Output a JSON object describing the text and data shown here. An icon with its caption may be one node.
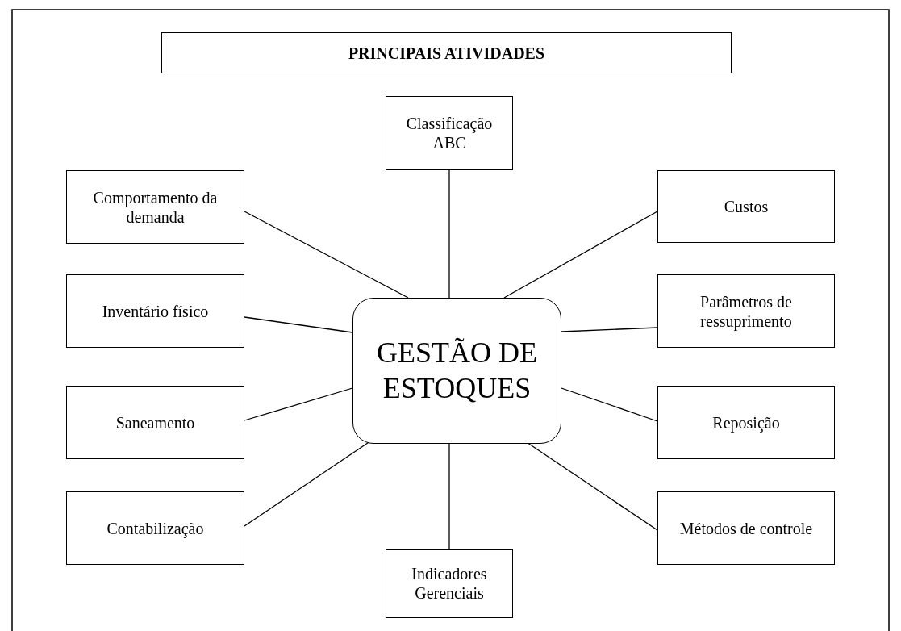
{
  "diagram": {
    "nodes": [
      {
        "text": [
          "PRINCIPAIS ATIVIDADES"
        ]
      },
      {
        "text": [
          "Classificação ABC"
        ]
      },
      {
        "text": [
          "Comportamento da demanda"
        ]
      },
      {
        "text": [
          "Custos"
        ]
      },
      {
        "text": [
          "Inventário físico"
        ]
      },
      {
        "text": [
          "Parâmetros de ressuprimento"
        ]
      },
      {
        "text": [
          "GESTÃO DE ESTOQUES"
        ]
      },
      {
        "text": [
          "Saneamento"
        ]
      },
      {
        "text": [
          "Reposição"
        ]
      },
      {
        "text": [
          "Contabilização"
        ]
      },
      {
        "text": [
          "Métodos de controle"
        ]
      },
      {
        "text": [
          "Indicadores Gerenciais"
        ]
      }
    ],
    "edges": [
      {
        "from": 6,
        "to": 1,
        "arrow": "none"
      },
      {
        "from": 6,
        "to": 2,
        "arrow": "none"
      },
      {
        "from": 6,
        "to": 3,
        "arrow": "none"
      },
      {
        "from": 6,
        "to": 4,
        "arrow": "none"
      },
      {
        "from": 6,
        "to": 5,
        "arrow": "none"
      },
      {
        "from": 6,
        "to": 7,
        "arrow": "none"
      },
      {
        "from": 6,
        "to": 8,
        "arrow": "none"
      },
      {
        "from": 6,
        "to": 9,
        "arrow": "none"
      },
      {
        "from": 6,
        "to": 10,
        "arrow": "none"
      },
      {
        "from": 6,
        "to": 11,
        "arrow": "none"
      }
    ]
  }
}
